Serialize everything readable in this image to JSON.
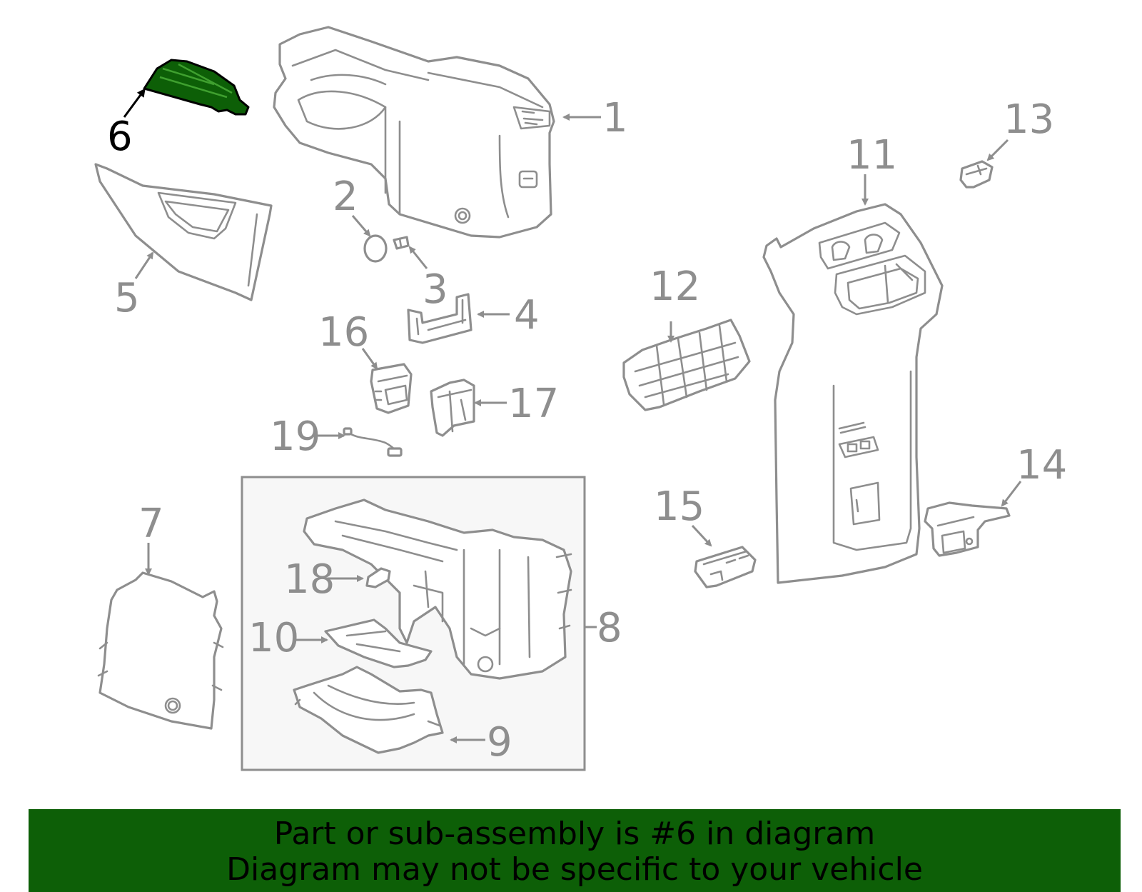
{
  "diagram": {
    "highlighted_part": "6",
    "callouts": [
      "1",
      "2",
      "3",
      "4",
      "5",
      "6",
      "7",
      "8",
      "9",
      "10",
      "11",
      "12",
      "13",
      "14",
      "15",
      "16",
      "17",
      "18",
      "19"
    ]
  },
  "footer": {
    "line1": "Part or sub-assembly is #6 in diagram",
    "line2": "Diagram may not be specific to your vehicle"
  },
  "colors": {
    "highlight": "#0d5f07",
    "line": "#8e8e8e",
    "inset_background": "#f7f7f7"
  }
}
